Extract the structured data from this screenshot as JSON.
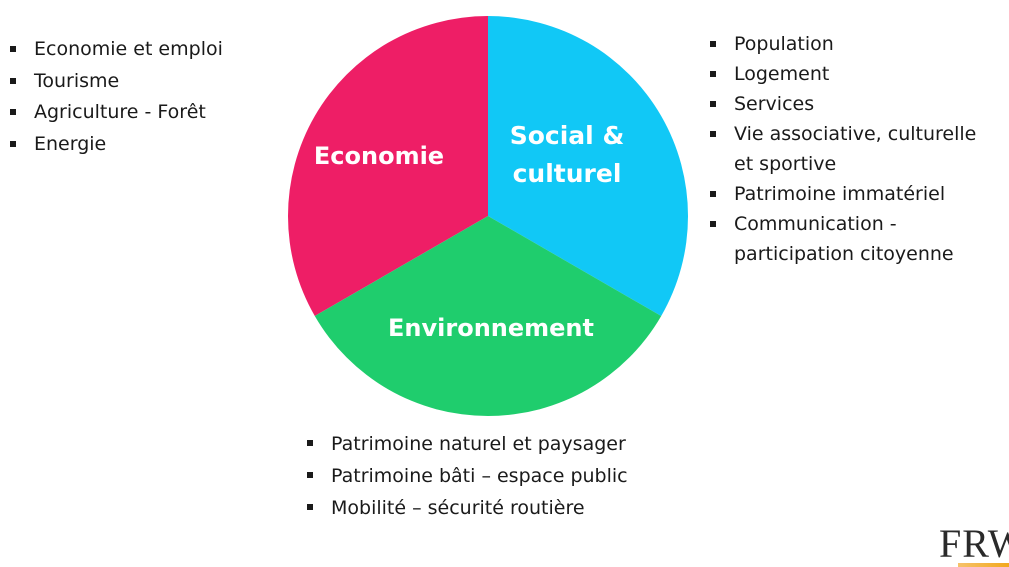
{
  "economie": {
    "label": "Economie",
    "color": "#EE1E66",
    "items": [
      "Economie et emploi",
      "Tourisme",
      "Agriculture - Forêt",
      "Energie"
    ]
  },
  "social": {
    "label_line1": "Social &",
    "label_line2": "culturel",
    "color": "#11C8F6",
    "items": [
      [
        "Population"
      ],
      [
        "Logement"
      ],
      [
        "Services"
      ],
      [
        "Vie associative, culturelle",
        "et sportive"
      ],
      [
        "Patrimoine immatériel"
      ],
      [
        "Communication -",
        "participation citoyenne"
      ]
    ]
  },
  "environnement": {
    "label": "Environnement",
    "color": "#1FCD6D",
    "items": [
      "Patrimoine naturel et paysager",
      "Patrimoine bâti – espace public",
      "Mobilité – sécurité routière"
    ]
  },
  "logo": {
    "text": "FRW",
    "accent_color": "#F2A81D"
  }
}
